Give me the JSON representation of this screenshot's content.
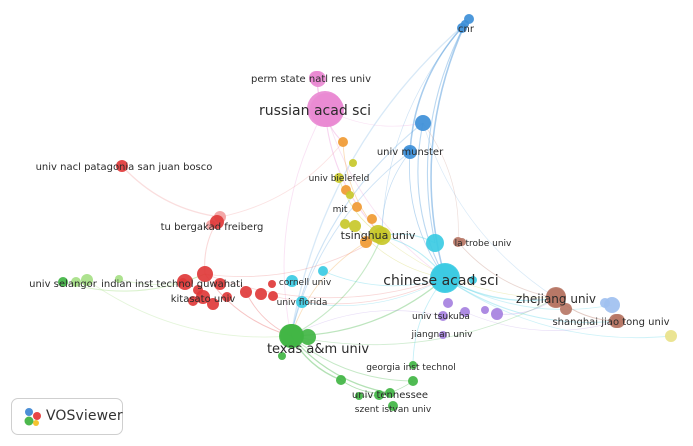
{
  "brand": {
    "name": "VOSviewer",
    "colors": [
      "#4c8fd6",
      "#e84545",
      "#4cb84c",
      "#f4c430"
    ]
  },
  "nodes": [
    {
      "id": "cnr",
      "label": "cnr",
      "cluster": "blue"
    },
    {
      "id": "russian_acad_sci",
      "label": "russian acad sci",
      "cluster": "pink"
    },
    {
      "id": "perm_state",
      "label": "perm state natl res univ",
      "cluster": "pink"
    },
    {
      "id": "univ_munster",
      "label": "univ munster",
      "cluster": "blue"
    },
    {
      "id": "univ_nacl",
      "label": "univ nacl patagonia san juan bosco",
      "cluster": "red"
    },
    {
      "id": "univ_bielefeld",
      "label": "univ bielefeld",
      "cluster": "yellow"
    },
    {
      "id": "mit",
      "label": "mit",
      "cluster": "orange"
    },
    {
      "id": "tu_bergakad",
      "label": "tu bergakad freiberg",
      "cluster": "red"
    },
    {
      "id": "tsinghua",
      "label": "tsinghua univ",
      "cluster": "yellow"
    },
    {
      "id": "la_trobe",
      "label": "la trobe univ",
      "cluster": "brown"
    },
    {
      "id": "chinese_acad_sci",
      "label": "chinese acad sci",
      "cluster": "cyan"
    },
    {
      "id": "zhejiang",
      "label": "zhejiang univ",
      "cluster": "brown"
    },
    {
      "id": "univ_selangor",
      "label": "univ selangor",
      "cluster": "green"
    },
    {
      "id": "indian_inst",
      "label": "indian inst technol guwahati",
      "cluster": "red"
    },
    {
      "id": "cornell",
      "label": "cornell univ",
      "cluster": "cyan"
    },
    {
      "id": "kitasato",
      "label": "kitasato univ",
      "cluster": "red"
    },
    {
      "id": "univ_florida",
      "label": "univ florida",
      "cluster": "cyan"
    },
    {
      "id": "univ_tsukuba",
      "label": "univ tsukuba",
      "cluster": "purple"
    },
    {
      "id": "shanghai_jiao",
      "label": "shanghai jiao tong univ",
      "cluster": "brown"
    },
    {
      "id": "jiangnan",
      "label": "jiangnan univ",
      "cluster": "purple"
    },
    {
      "id": "texas_am",
      "label": "texas a&m univ",
      "cluster": "green"
    },
    {
      "id": "georgia_inst",
      "label": "georgia inst technol",
      "cluster": "green"
    },
    {
      "id": "univ_tennessee",
      "label": "univ tennessee",
      "cluster": "green"
    },
    {
      "id": "szent_istvan",
      "label": "szent istvan univ",
      "cluster": "green"
    }
  ],
  "cluster_colors": {
    "blue": "#3d8fd8",
    "pink": "#e98ad3",
    "red": "#e03a3a",
    "green": "#41b544",
    "cyan": "#3ccbe3",
    "yellow": "#c8c82a",
    "orange": "#f09a33",
    "brown": "#b77766",
    "purple": "#a681e0",
    "lightblue": "#9fc0f0",
    "paleyellow": "#e9e28a",
    "lightgreen": "#a6df86",
    "salmon": "#f2a0a0"
  }
}
